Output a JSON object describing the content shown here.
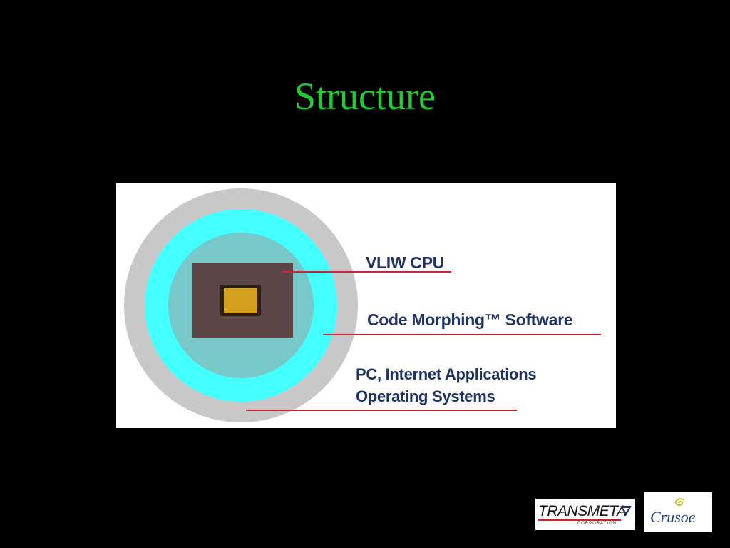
{
  "slide": {
    "title": "Structure"
  },
  "diagram": {
    "labels": {
      "vliw_cpu": "VLIW CPU",
      "code_morphing": "Code Morphing™ Software",
      "apps_line1": "PC, Internet Applications",
      "apps_line2": "Operating Systems"
    },
    "colors": {
      "title": "#22cc33",
      "outer_ring": "#c8c8c8",
      "middle_ring": "#44ffff",
      "inner_disc": "#77c8c8",
      "chip_board": "#5a4646",
      "chip": "#d4a020",
      "leader_line": "#cc2233",
      "label_text": "#1e3266"
    }
  },
  "logos": {
    "transmeta": {
      "name": "TRANSMETA",
      "subtitle": "CORPORATION"
    },
    "crusoe": {
      "name": "Crusoe"
    }
  }
}
